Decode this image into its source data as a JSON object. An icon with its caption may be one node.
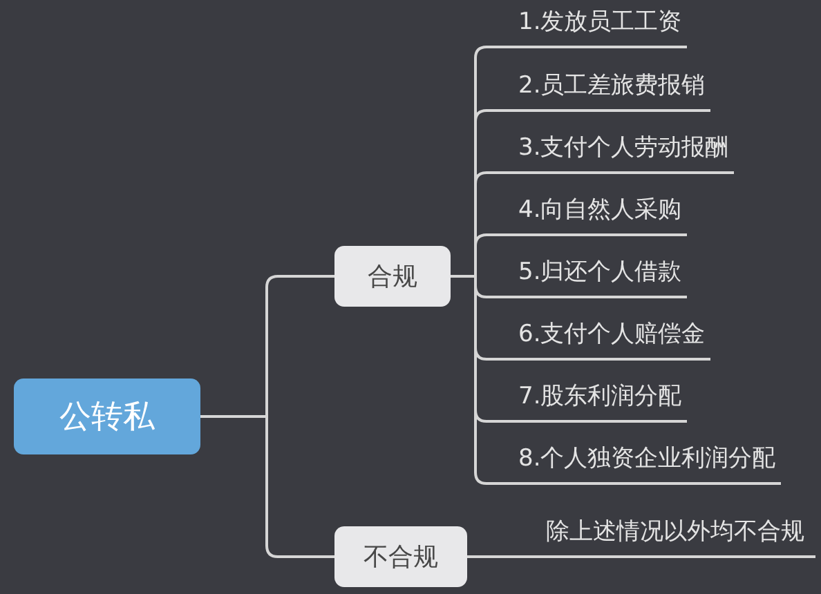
{
  "diagram": {
    "nodes": [
      {
        "text": [
          "公转私"
        ]
      },
      {
        "text": [
          "合规"
        ]
      },
      {
        "text": [
          "不合规"
        ]
      },
      {
        "text": [
          "1.发放员工工资"
        ]
      },
      {
        "text": [
          "2.员工差旅费报销"
        ]
      },
      {
        "text": [
          "3.支付个人劳动报酬"
        ]
      },
      {
        "text": [
          "4.向自然人采购"
        ]
      },
      {
        "text": [
          "5.归还个人借款"
        ]
      },
      {
        "text": [
          "6.支付个人赔偿金"
        ]
      },
      {
        "text": [
          "7.股东利润分配"
        ]
      },
      {
        "text": [
          "8.个人独资企业利润分配"
        ]
      },
      {
        "text": [
          "除上述情况以外均不合规"
        ]
      }
    ],
    "edges": [
      {
        "from": 0,
        "to": 1,
        "arrow": "none"
      },
      {
        "from": 0,
        "to": 2,
        "arrow": "none"
      },
      {
        "from": 1,
        "to": 3,
        "arrow": "none"
      },
      {
        "from": 1,
        "to": 4,
        "arrow": "none"
      },
      {
        "from": 1,
        "to": 5,
        "arrow": "none"
      },
      {
        "from": 1,
        "to": 6,
        "arrow": "none"
      },
      {
        "from": 1,
        "to": 7,
        "arrow": "none"
      },
      {
        "from": 1,
        "to": 8,
        "arrow": "none"
      },
      {
        "from": 1,
        "to": 9,
        "arrow": "none"
      },
      {
        "from": 1,
        "to": 10,
        "arrow": "none"
      },
      {
        "from": 2,
        "to": 11,
        "arrow": "none"
      }
    ]
  }
}
